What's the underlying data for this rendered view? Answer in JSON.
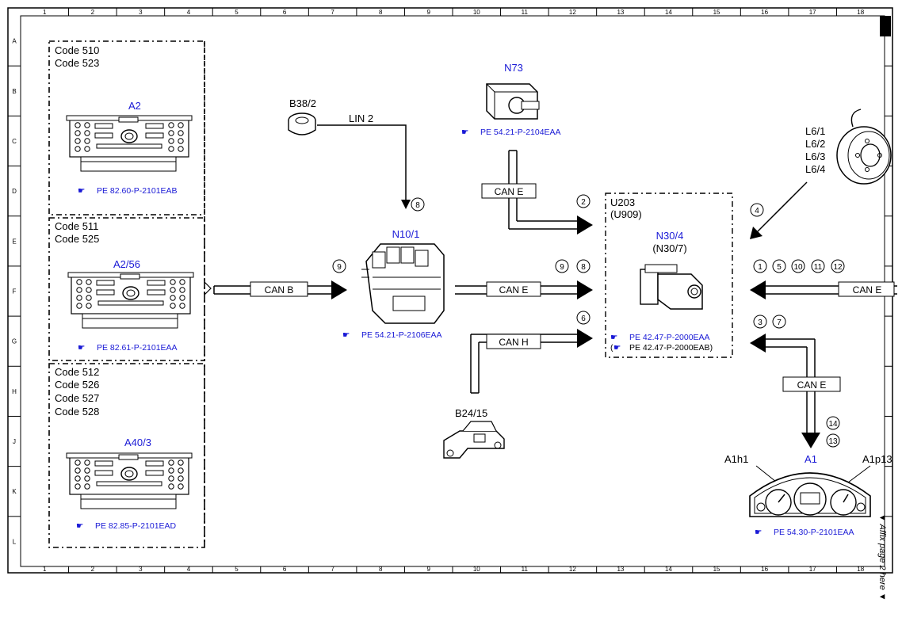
{
  "grid": {
    "cols": [
      "1",
      "2",
      "3",
      "4",
      "5",
      "6",
      "7",
      "8",
      "9",
      "10",
      "11",
      "12",
      "13",
      "14",
      "15",
      "16",
      "17",
      "18"
    ],
    "rows": [
      "A",
      "B",
      "C",
      "D",
      "E",
      "F",
      "G",
      "H",
      "J",
      "K",
      "L"
    ]
  },
  "side_note": "▼ Affix page 2 here ▼",
  "groups": [
    {
      "codes": [
        "Code 510",
        "Code 523"
      ],
      "component": "A2",
      "ref": "PE 82.60-P-2101EAB"
    },
    {
      "codes": [
        "Code 511",
        "Code 525"
      ],
      "component": "A2/56",
      "ref": "PE 82.61-P-2101EAA"
    },
    {
      "codes": [
        "Code 512",
        "Code 526",
        "Code 527",
        "Code 528"
      ],
      "component": "A40/3",
      "ref": "PE 82.85-P-2101EAD"
    }
  ],
  "components": {
    "b38_2": {
      "label": "B38/2"
    },
    "n73": {
      "label": "N73",
      "ref": "PE 54.21-P-2104EAA"
    },
    "n10_1": {
      "label": "N10/1",
      "ref": "PE 54.21-P-2106EAA"
    },
    "b24_15": {
      "label": "B24/15"
    },
    "l6": {
      "labels": [
        "L6/1",
        "L6/2",
        "L6/3",
        "L6/4"
      ]
    },
    "u203": {
      "label": "U203",
      "sub": "(U909)"
    },
    "n30_4": {
      "label": "N30/4",
      "sub": "(N30/7)",
      "ref1": "PE 42.47-P-2000EAA",
      "ref2": "PE 42.47-P-2000EAB)",
      "ref2_prefix": "("
    },
    "a1": {
      "label": "A1",
      "left": "A1h1",
      "right": "A1p13",
      "ref": "PE 54.30-P-2101EAA"
    }
  },
  "buses": {
    "lin2": "LIN 2",
    "canb": "CAN B",
    "cane_top": "CAN E",
    "cane_mid": "CAN E",
    "canh": "CAN H",
    "cane_right": "CAN E",
    "cane_a1": "CAN E"
  },
  "signals": {
    "s8_lin": "8",
    "s2": "2",
    "s9_left": "9",
    "s9_right": "9",
    "s8_right": "8",
    "s6": "6",
    "s4": "4",
    "s1": "1",
    "s5": "5",
    "s10": "10",
    "s11": "11",
    "s12": "12",
    "s3": "3",
    "s7": "7",
    "s14": "14",
    "s13": "13"
  }
}
